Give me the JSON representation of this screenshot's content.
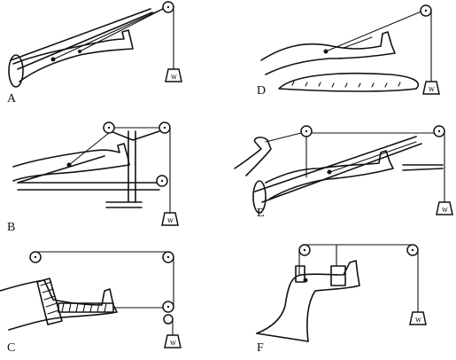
{
  "panels": [
    {
      "id": "A",
      "label": "A"
    },
    {
      "id": "B",
      "label": "B"
    },
    {
      "id": "C",
      "label": "C"
    },
    {
      "id": "D",
      "label": "D"
    },
    {
      "id": "E",
      "label": "E"
    },
    {
      "id": "F",
      "label": "F"
    }
  ],
  "weight_label": "w",
  "colors": {
    "ink": "#111111",
    "background": "#ffffff"
  }
}
